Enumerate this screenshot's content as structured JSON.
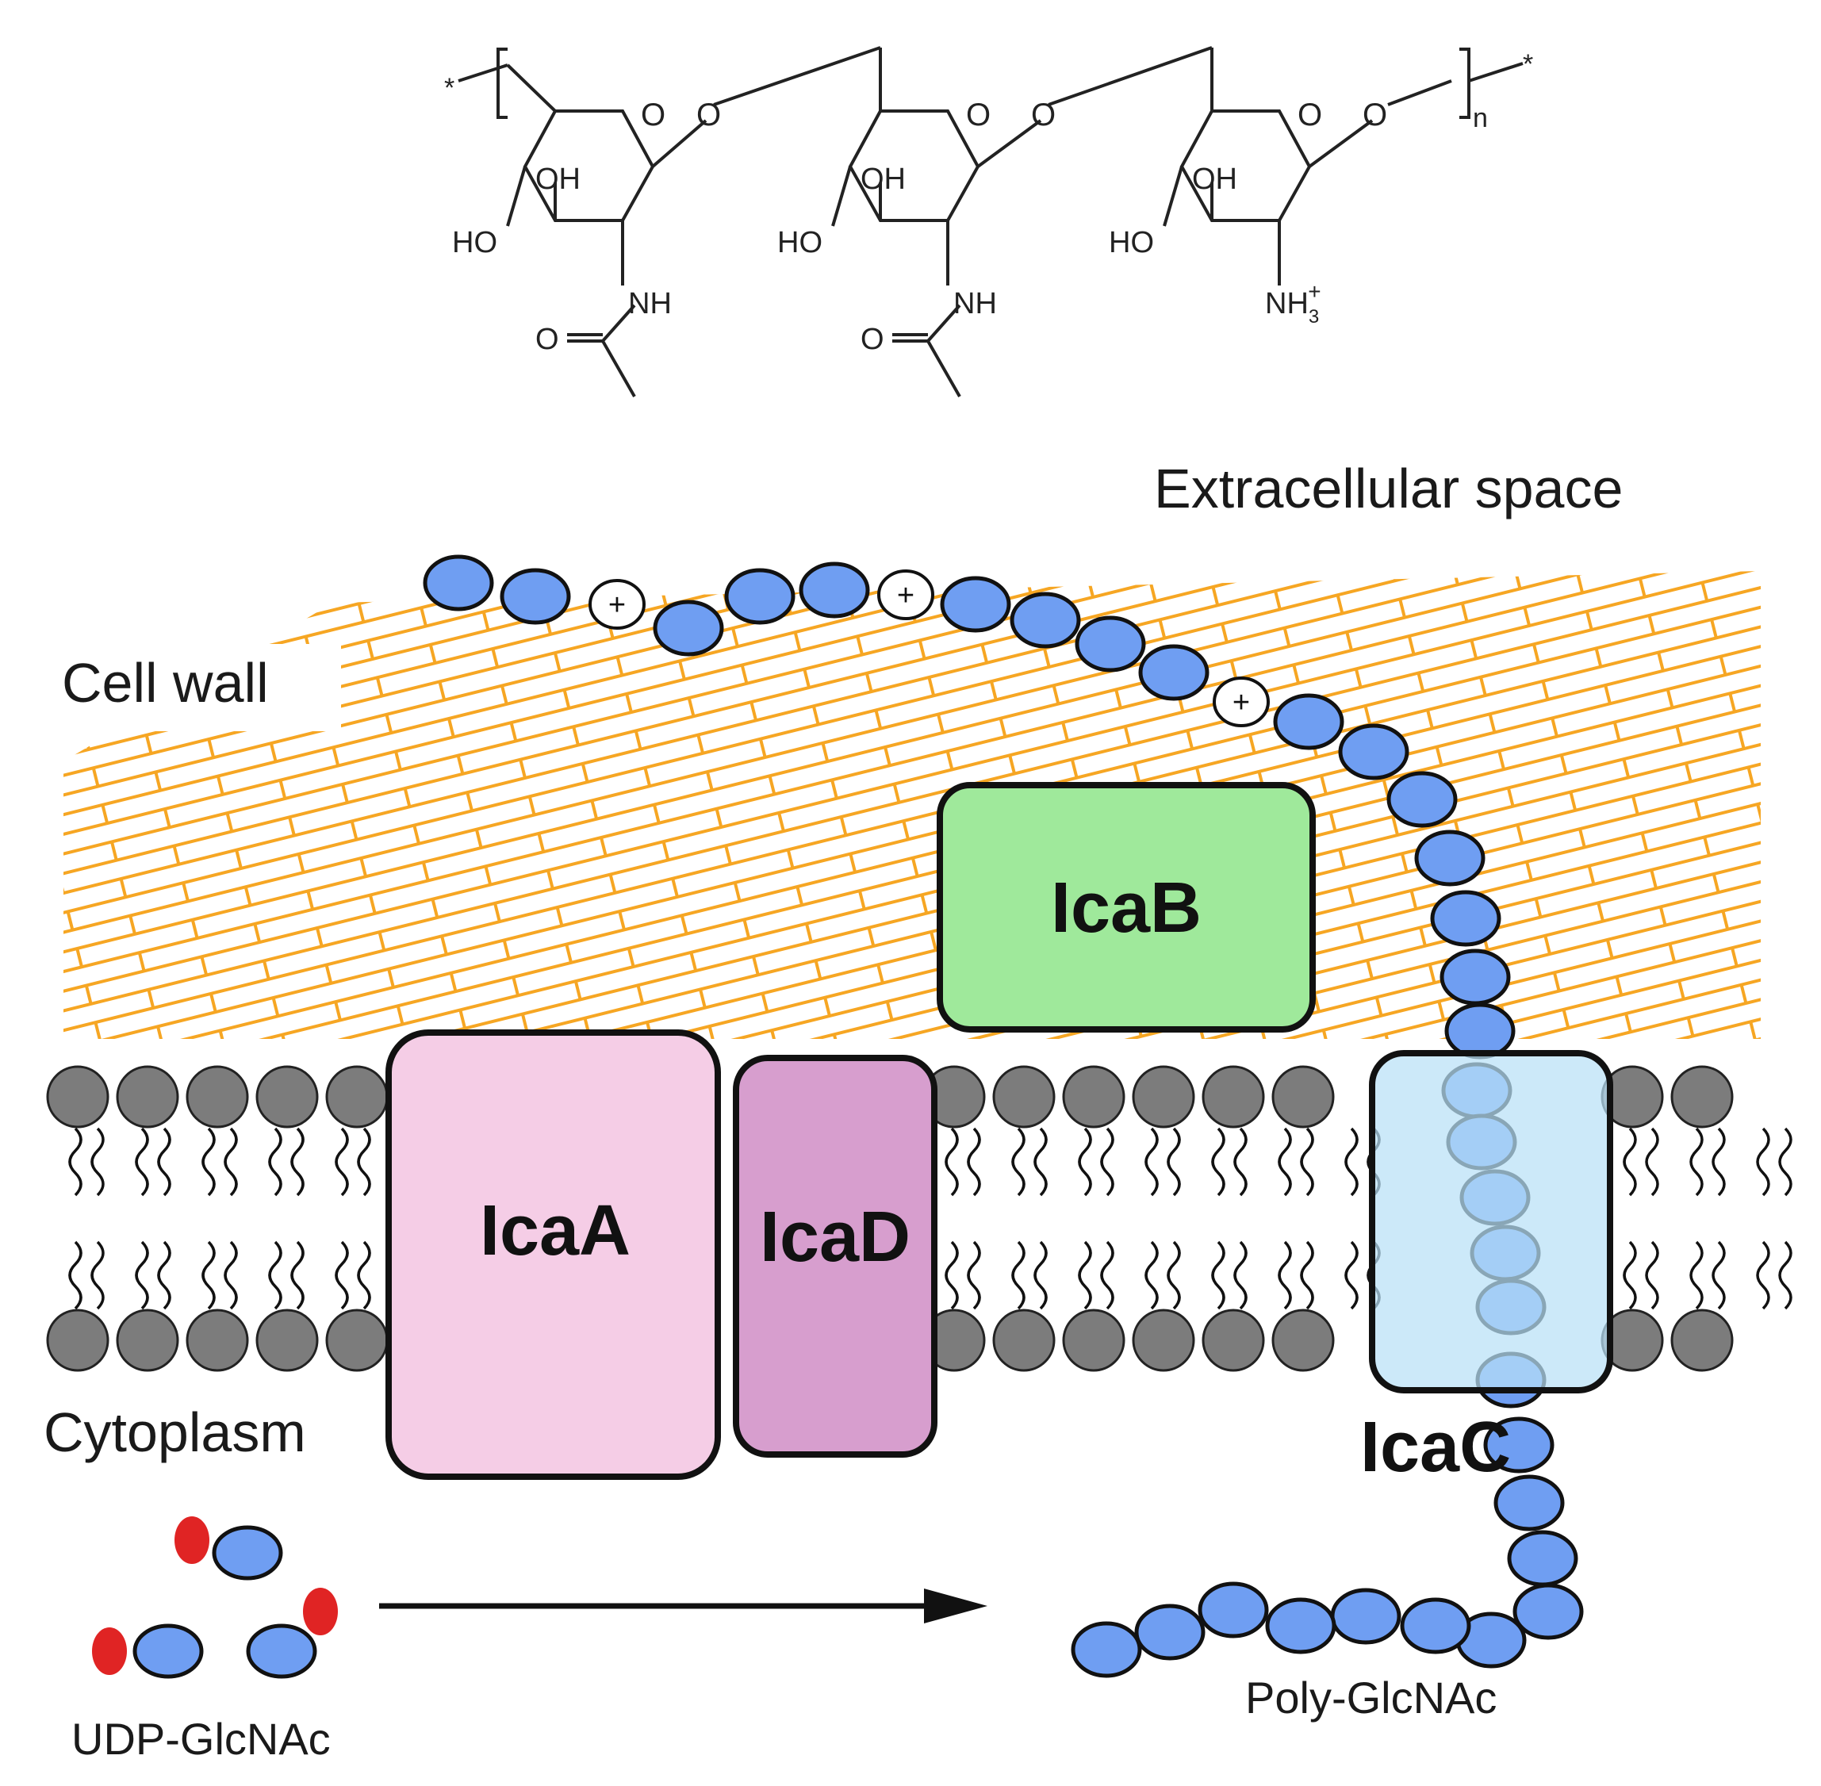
{
  "structure": {
    "repeat_subscript": "n",
    "end_marker": "*",
    "ring_oxygen": "O",
    "glycosidic_oxygen": "O",
    "hydroxyl": "OH",
    "hydroxyl_left": "HO",
    "amide_nh": "NH",
    "carbonyl_o": "O",
    "amine_main": "NH",
    "amine_sub": "3",
    "amine_charge": "+"
  },
  "regions": {
    "extracellular": "Extracellular space",
    "cell_wall": "Cell wall",
    "cytoplasm": "Cytoplasm"
  },
  "proteins": {
    "icaA": "IcaA",
    "icaD": "IcaD",
    "icaB": "IcaB",
    "icaC": "IcaC"
  },
  "molecules": {
    "substrate": "UDP-GlcNAc",
    "product": "Poly-GlcNAc",
    "charge_symbol": "+"
  },
  "colors": {
    "sugar_bead": "#6f9ef2",
    "udp_group": "#e02424",
    "cell_wall_lines": "#f6a623",
    "lipid_head": "#7c7c7c",
    "icaA_fill": "#f5cde6",
    "icaD_fill": "#d79ece",
    "icaB_fill": "#9fe99b",
    "icaC_fill": "#b8e1f7"
  }
}
